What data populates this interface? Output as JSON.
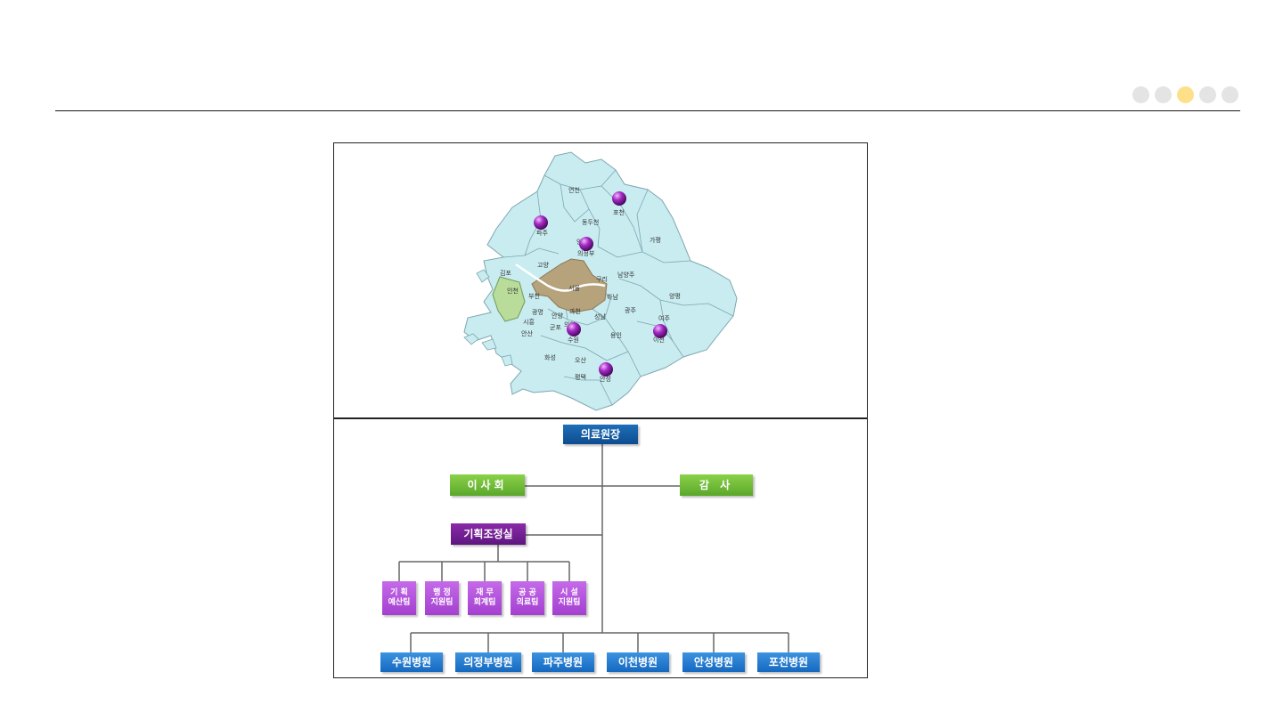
{
  "page": {
    "nav_dots": [
      {
        "active": false
      },
      {
        "active": false
      },
      {
        "active": true
      },
      {
        "active": false
      },
      {
        "active": false
      }
    ]
  },
  "map": {
    "regions": {
      "yeoncheon": "연천",
      "pocheon": "포천",
      "paju": "파주",
      "dongducheon": "동두천",
      "yangju": "양주",
      "uijeongbu": "의정부",
      "gapyeong": "가평",
      "goyang": "고양",
      "gimpo": "김포",
      "namyangju": "남양주",
      "guri": "구리",
      "seoul": "서울",
      "incheon": "인천",
      "bucheon": "부천",
      "hanam": "하남",
      "yangpyeong": "양평",
      "gwangmyeong": "광명",
      "gwacheon": "과천",
      "anyang": "안양",
      "seongnam": "성남",
      "gwangju": "광주",
      "siheung": "시흥",
      "gunpo": "군포",
      "uiwang": "의왕",
      "yeoju": "여주",
      "ansan": "안산",
      "suwon": "수원",
      "yongin": "용인",
      "icheon": "이천",
      "hwaseong": "화성",
      "osan": "오산",
      "pyeongtaek": "평택",
      "anseong": "안성"
    },
    "colors": {
      "province": "#c8ecf0",
      "seoul": "#b6a37c",
      "incheon": "#b9dc9a",
      "marker": "#8e1ea8"
    }
  },
  "org": {
    "director": "의료원장",
    "board": "이사회",
    "audit": "감 사",
    "planning_office": "기획조정실",
    "teams": [
      "기 획\n예산팀",
      "행 정\n지원팀",
      "재 무\n회계팀",
      "공 공\n의료팀",
      "시 설\n지원팀"
    ],
    "hospitals": [
      "수원병원",
      "의정부병원",
      "파주병원",
      "이천병원",
      "안성병원",
      "포천병원"
    ]
  }
}
